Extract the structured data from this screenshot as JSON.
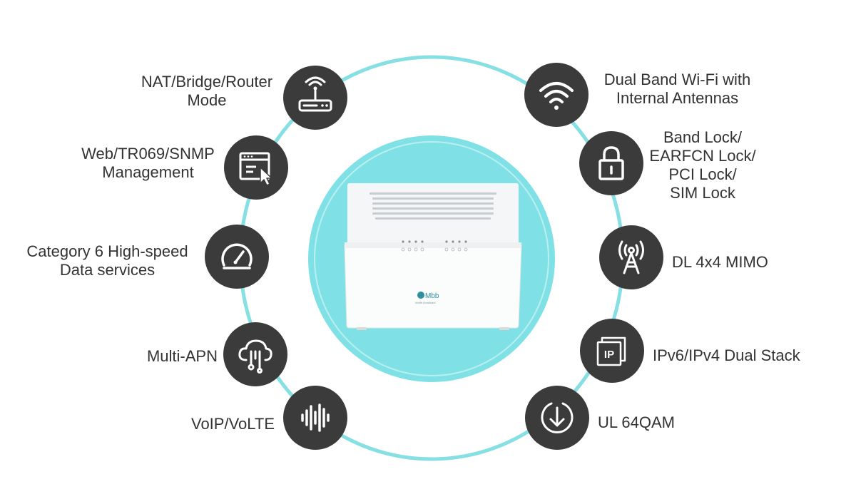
{
  "colors": {
    "ring": "#85dfe3",
    "halo": "#7fe1e5",
    "halo_inner": "#b9eff1",
    "circle": "#3b3b3b",
    "icon": "#ffffff",
    "text": "#333333"
  },
  "device": {
    "logo": "Mbb",
    "logo_sub": "Mobile Broadband"
  },
  "features": [
    {
      "id": "nat",
      "icon": "router-icon",
      "lines": [
        "NAT/Bridge/Router",
        "Mode"
      ]
    },
    {
      "id": "management",
      "icon": "browser-cursor-icon",
      "lines": [
        "Web/TR069/SNMP",
        "Management"
      ]
    },
    {
      "id": "cat6",
      "icon": "speedometer-icon",
      "lines": [
        "Category 6 High-speed",
        "Data services"
      ]
    },
    {
      "id": "apn",
      "icon": "cloud-network-icon",
      "lines": [
        "Multi-APN"
      ]
    },
    {
      "id": "voip",
      "icon": "soundwave-icon",
      "lines": [
        "VoIP/VoLTE"
      ]
    },
    {
      "id": "wifi",
      "icon": "wifi-icon",
      "lines": [
        "Dual Band Wi-Fi with",
        "Internal Antennas"
      ]
    },
    {
      "id": "lock",
      "icon": "padlock-icon",
      "lines": [
        "Band Lock/",
        "EARFCN Lock/",
        "PCI Lock/",
        "SIM Lock"
      ]
    },
    {
      "id": "mimo",
      "icon": "antenna-tower-icon",
      "lines": [
        "DL 4x4 MIMO"
      ]
    },
    {
      "id": "ipv6",
      "icon": "ip-stack-icon",
      "lines": [
        "IPv6/IPv4 Dual Stack"
      ]
    },
    {
      "id": "ul",
      "icon": "download-arrow-icon",
      "lines": [
        "UL 64QAM"
      ]
    }
  ]
}
